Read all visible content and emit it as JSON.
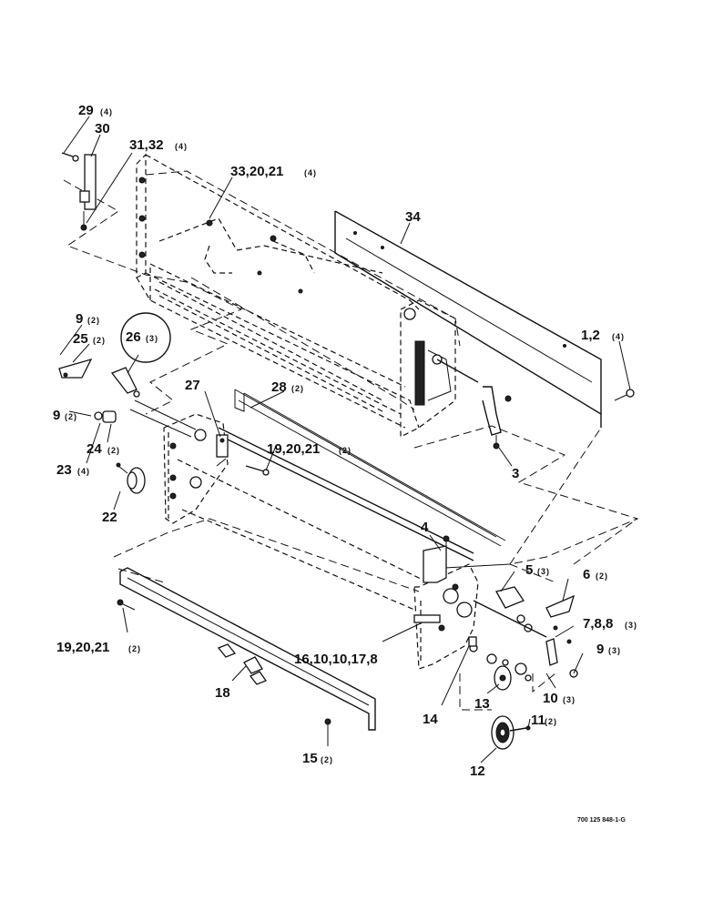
{
  "labels": {
    "l29": "29",
    "l29q": "(4)",
    "l30": "30",
    "l3132": "31,32",
    "l3132q": "(4)",
    "l33": "33,20,21",
    "l33q": "(4)",
    "l34": "34",
    "l12": "1,2",
    "l12q": "(4)",
    "l9a": "9",
    "l9aq": "(2)",
    "l25": "25",
    "l25q": "(2)",
    "l26": "26",
    "l26q": "(3)",
    "l27": "27",
    "l28": "28",
    "l28q": "(2)",
    "l9b": "9",
    "l9bq": "(2)",
    "l24": "24",
    "l24q": "(2)",
    "l23": "23",
    "l23q": "(4)",
    "l19a": "19,20,21",
    "l19aq": "(2)",
    "l3": "3",
    "l22": "22",
    "l4": "4",
    "l5": "5",
    "l5q": "(3)",
    "l6": "6",
    "l6q": "(2)",
    "l78": "7,8,8",
    "l78q": "(3)",
    "l9c": "9",
    "l9cq": "(3)",
    "l19b": "19,20,21",
    "l19bq": "(2)",
    "l16": "16,10,10,17,8",
    "l10": "10",
    "l10q": "(3)",
    "l13": "13",
    "l18": "18",
    "l14": "14",
    "l11": "11",
    "l11q": "(2)",
    "l15": "15",
    "l15q": "(2)",
    "l12b": "12",
    "code": "700 125 848-1-G"
  }
}
